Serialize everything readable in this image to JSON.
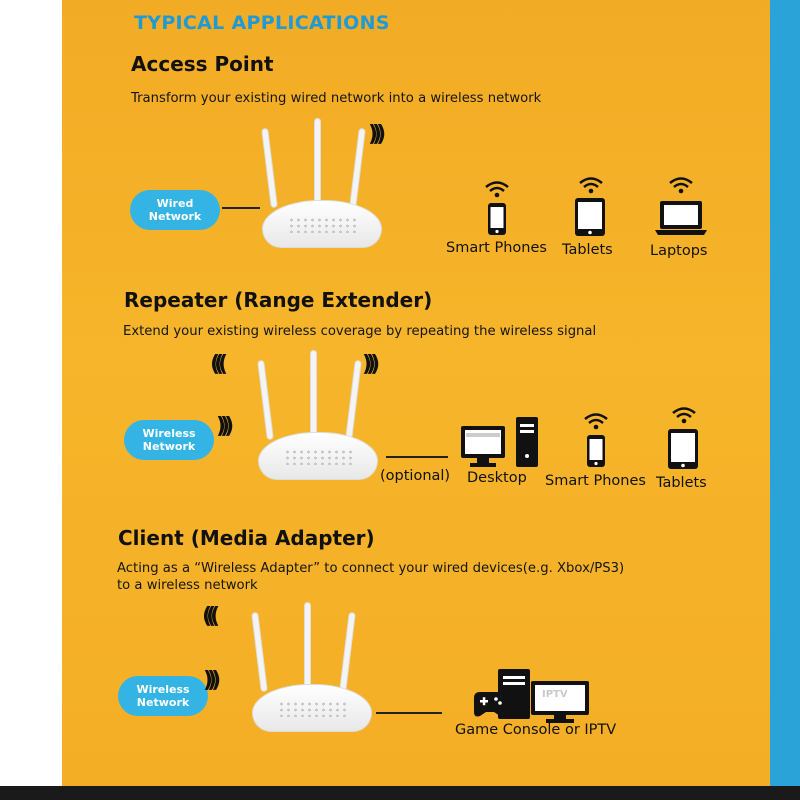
{
  "title": "TYPICAL APPLICATIONS",
  "colors": {
    "panel": "#f4ae26",
    "title": "#1e9ad6",
    "cloud": "#33b4e4",
    "edge": "#2aa3d9"
  },
  "sections": {
    "access_point": {
      "heading": "Access Point",
      "description": "Transform your existing wired network into a wireless network",
      "cloud": [
        "Wired",
        "Network"
      ],
      "devices": [
        "Smart Phones",
        "Tablets",
        "Laptops"
      ]
    },
    "repeater": {
      "heading": "Repeater (Range Extender)",
      "description": "Extend your existing wireless coverage by repeating the wireless signal",
      "cloud": [
        "Wireless",
        "Network"
      ],
      "optional": "(optional)",
      "devices": [
        "Desktop",
        "Smart Phones",
        "Tablets"
      ]
    },
    "client": {
      "heading": "Client (Media Adapter)",
      "description_line1": "Acting as a “Wireless Adapter” to connect your wired devices(e.g. Xbox/PS3)",
      "description_line2": "to a wireless network",
      "cloud": [
        "Wireless",
        "Network"
      ],
      "screen_text": "IPTV",
      "devices": [
        "Game Console or IPTV"
      ]
    }
  },
  "icons": [
    "wifi-icon",
    "smartphone-icon",
    "tablet-icon",
    "laptop-icon",
    "desktop-icon",
    "game-console-icon",
    "tv-icon",
    "router-icon",
    "signal-wave-icon"
  ]
}
